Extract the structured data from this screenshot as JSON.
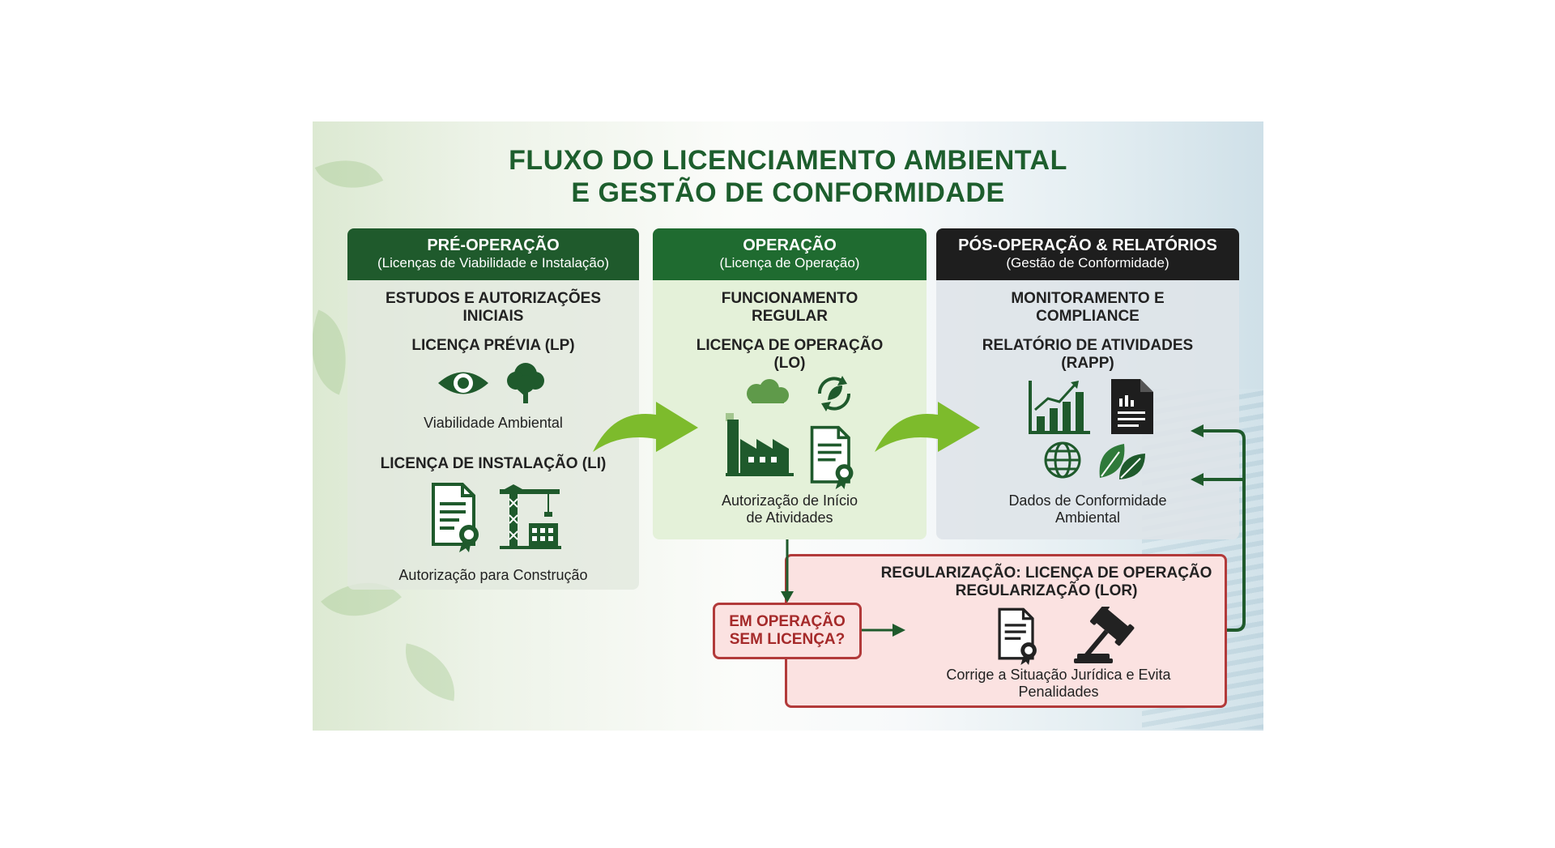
{
  "title": {
    "line1": "FLUXO DO LICENCIAMENTO AMBIENTAL",
    "line2": "E GESTÃO DE CONFORMIDADE"
  },
  "colors": {
    "dark_green": "#1f5a2c",
    "green": "#1f6b30",
    "arrow_green": "#7dbb2c",
    "black_header": "#1e1e1e",
    "red_border": "#b23a3a",
    "pink_fill": "#fbe2e1"
  },
  "pre_operacao": {
    "header": "PRÉ-OPERAÇÃO",
    "subheader": "(Licenças de Viabilidade e Instalação)",
    "section_line1": "ESTUDOS E AUTORIZAÇÕES",
    "section_line2": "INICIAIS",
    "lp_title": "LICENÇA PRÉVIA (LP)",
    "lp_icons": [
      "eye-icon",
      "tree-icon"
    ],
    "lp_caption": "Viabilidade Ambiental",
    "li_title": "LICENÇA DE INSTALAÇÃO (LI)",
    "li_icons": [
      "certificate-icon",
      "construction-crane-icon"
    ],
    "li_caption": "Autorização para Construção"
  },
  "operacao": {
    "header": "OPERAÇÃO",
    "subheader": "(Licença de Operação)",
    "section_line1": "FUNCIONAMENTO",
    "section_line2": "REGULAR",
    "lo_line1": "LICENÇA DE OPERAÇÃO",
    "lo_line2": "(LO)",
    "icons": [
      "factory-icon",
      "recycle-leaf-icon",
      "certificate-icon"
    ],
    "caption_line1": "Autorização de Início",
    "caption_line2": "de Atividades"
  },
  "pos_operacao": {
    "header": "PÓS-OPERAÇÃO & RELATÓRIOS",
    "subheader": "(Gestão de Conformidade)",
    "section_line1": "MONITORAMENTO E",
    "section_line2": "COMPLIANCE",
    "rapp_line1": "RELATÓRIO DE ATIVIDADES",
    "rapp_line2": "(RAPP)",
    "icons": [
      "bar-chart-icon",
      "report-document-icon",
      "globe-icon",
      "leaves-icon"
    ],
    "caption_line1": "Dados de Conformidade",
    "caption_line2": "Ambiental"
  },
  "em_operacao": {
    "line1": "EM OPERAÇÃO",
    "line2": "SEM LICENÇA?"
  },
  "regularizacao": {
    "title_line1": "REGULARIZAÇÃO: LICENÇA DE OPERAÇÃO",
    "title_line2": "REGULARIZAÇÃO (LOR)",
    "icons": [
      "certificate-icon",
      "gavel-icon"
    ],
    "caption_line1": "Corrige a Situação Jurídica e Evita",
    "caption_line2": "Penalidades"
  }
}
